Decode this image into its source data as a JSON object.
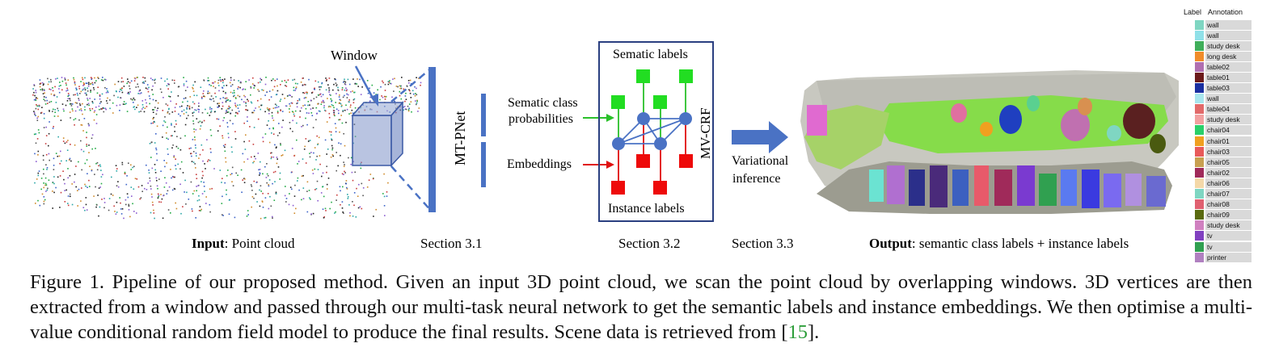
{
  "figure": {
    "window_label": "Window",
    "network_label": "MT-PNet",
    "crf_label": "MV-CRF",
    "crf_title": "Sematic labels",
    "crf_bottom": "Instance labels",
    "probabilities_label_line1": "Sematic class",
    "probabilities_label_line2": "probabilities",
    "embeddings_label": "Embeddings",
    "variational_line1": "Variational",
    "variational_line2": "inference",
    "input_bold": "Input",
    "input_rest": ": Point cloud",
    "output_bold": "Output",
    "output_rest": ": semantic class labels + instance labels",
    "section_1": "Section 3.1",
    "section_2": "Section 3.2",
    "section_3": "Section 3.3"
  },
  "legend": {
    "header_label": "Label",
    "header_annotation": "Annotation",
    "items": [
      {
        "name": "wall",
        "color": "#7fd6c2"
      },
      {
        "name": "wall",
        "color": "#8fe0e8"
      },
      {
        "name": "study desk",
        "color": "#3fae5a"
      },
      {
        "name": "long desk",
        "color": "#f08c2a"
      },
      {
        "name": "table02",
        "color": "#b06fb0"
      },
      {
        "name": "table01",
        "color": "#6b1a1a"
      },
      {
        "name": "table03",
        "color": "#1a2fa0"
      },
      {
        "name": "wall",
        "color": "#a8e6ee"
      },
      {
        "name": "table04",
        "color": "#e26a6a"
      },
      {
        "name": "study desk",
        "color": "#f2a0a0"
      },
      {
        "name": "chair04",
        "color": "#2ad06a"
      },
      {
        "name": "chair01",
        "color": "#f0a020"
      },
      {
        "name": "chair03",
        "color": "#e85a5a"
      },
      {
        "name": "chair05",
        "color": "#c8a050"
      },
      {
        "name": "chair02",
        "color": "#a02a5a"
      },
      {
        "name": "chair06",
        "color": "#f4d8a8"
      },
      {
        "name": "chair07",
        "color": "#7fd6c2"
      },
      {
        "name": "chair08",
        "color": "#e06070"
      },
      {
        "name": "chair09",
        "color": "#5a6a10"
      },
      {
        "name": "study desk",
        "color": "#d080c0"
      },
      {
        "name": "tv",
        "color": "#8040c0"
      },
      {
        "name": "tv",
        "color": "#30a050"
      },
      {
        "name": "printer",
        "color": "#b080c0"
      }
    ]
  },
  "caption": {
    "text_before_ref": "Figure 1. Pipeline of our proposed method. Given an input 3D point cloud, we scan the point cloud by overlapping windows. 3D vertices are then extracted from a window and passed through our multi-task neural network to get the semantic labels and instance embeddings. We then optimise a multi-value conditional random field model to produce the final results. Scene data is retrieved from [",
    "ref": "15",
    "text_after_ref": "]."
  }
}
